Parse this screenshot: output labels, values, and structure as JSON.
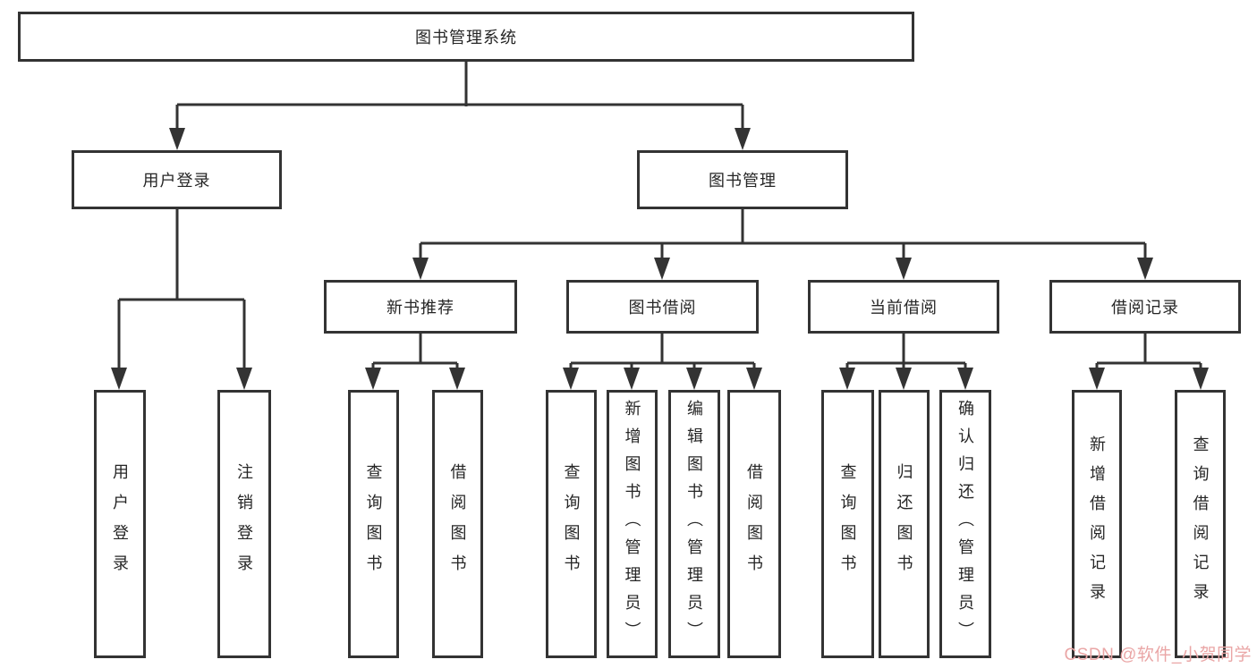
{
  "diagram": {
    "root": {
      "label": "图书管理系统"
    },
    "user_login": {
      "label": "用户登录",
      "children": {
        "login": {
          "label": "用户登录"
        },
        "logout": {
          "label": "注销登录"
        }
      }
    },
    "book_management": {
      "label": "图书管理",
      "children": {
        "new_book_recommend": {
          "label": "新书推荐",
          "children": {
            "query_books": {
              "label": "查询图书"
            },
            "borrow_books": {
              "label": "借阅图书"
            }
          }
        },
        "book_borrowing": {
          "label": "图书借阅",
          "children": {
            "query_books": {
              "label": "查询图书"
            },
            "add_books": {
              "label": "新增图书（管理员）"
            },
            "edit_books": {
              "label": "编辑图书（管理员）"
            },
            "borrow_books": {
              "label": "借阅图书"
            }
          }
        },
        "current_borrowing": {
          "label": "当前借阅",
          "children": {
            "query_books": {
              "label": "查询图书"
            },
            "return_books": {
              "label": "归还图书"
            },
            "confirm_return": {
              "label": "确认归还（管理员）"
            }
          }
        },
        "borrowing_records": {
          "label": "借阅记录",
          "children": {
            "add_record": {
              "label": "新增借阅记录"
            },
            "query_record": {
              "label": "查询借阅记录"
            }
          }
        }
      }
    }
  },
  "watermark": {
    "text": "CSDN @软件_小贺同学",
    "color": "#eaa6a6"
  },
  "colors": {
    "line": "#333333",
    "box_border": "#333333",
    "box_background": "#ffffff",
    "label_text": "#262626",
    "page_background": "#ffffff"
  }
}
